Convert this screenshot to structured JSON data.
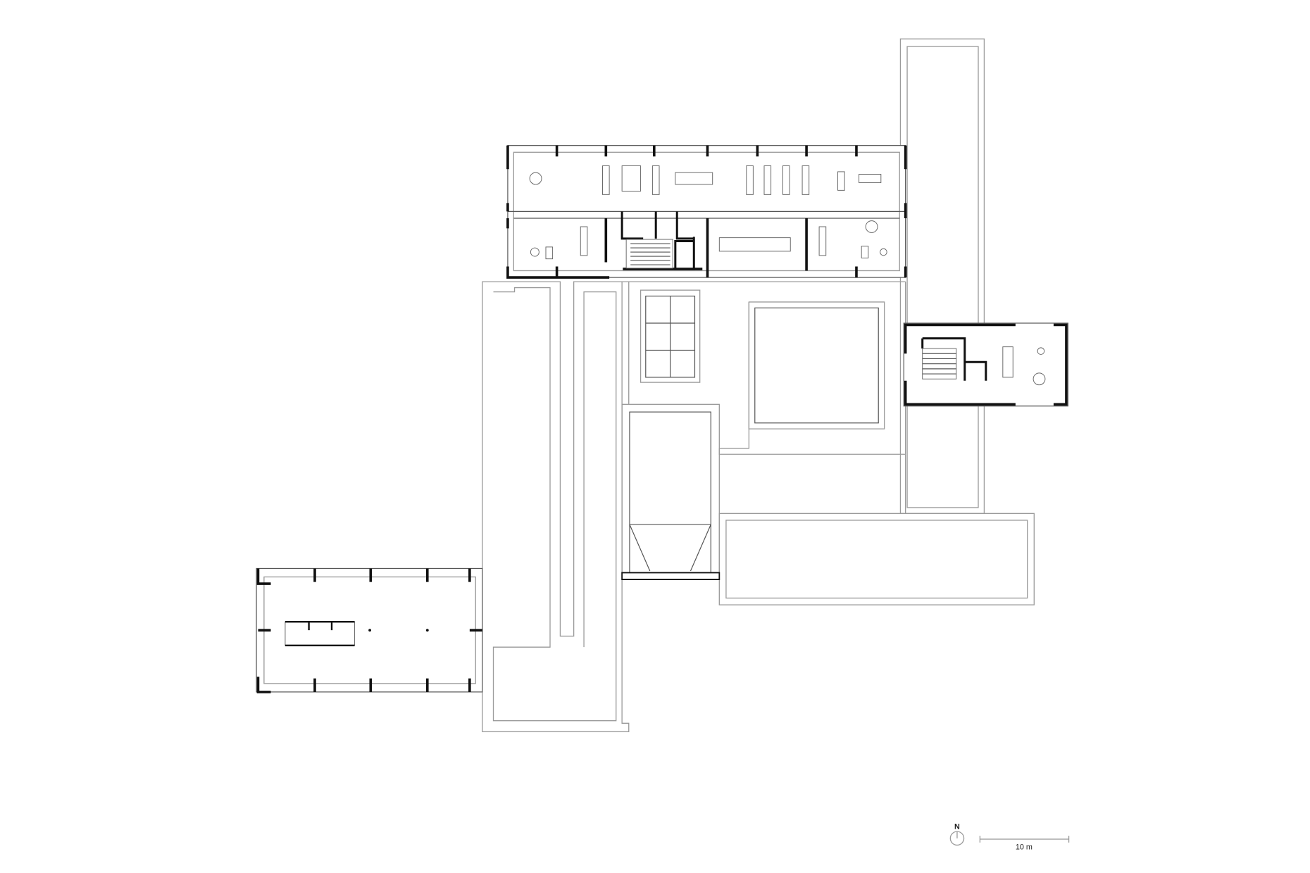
{
  "drawing": {
    "type": "architectural floor plan",
    "north_label": "N",
    "scale_label": "10 m"
  }
}
